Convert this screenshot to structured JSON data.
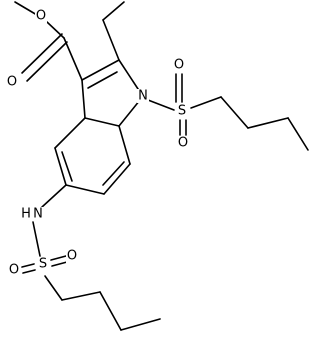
{
  "molecule": {
    "atoms": {
      "o_carbonyl": "O",
      "o_ester": "O",
      "n_ring": "N",
      "s_n1": "S",
      "o_s1_left": "O",
      "o_s1_down": "O",
      "n_amine": "N",
      "h_amine": "H",
      "s_amine": "S",
      "o_s2_left": "O",
      "o_s2_right": "O"
    }
  }
}
